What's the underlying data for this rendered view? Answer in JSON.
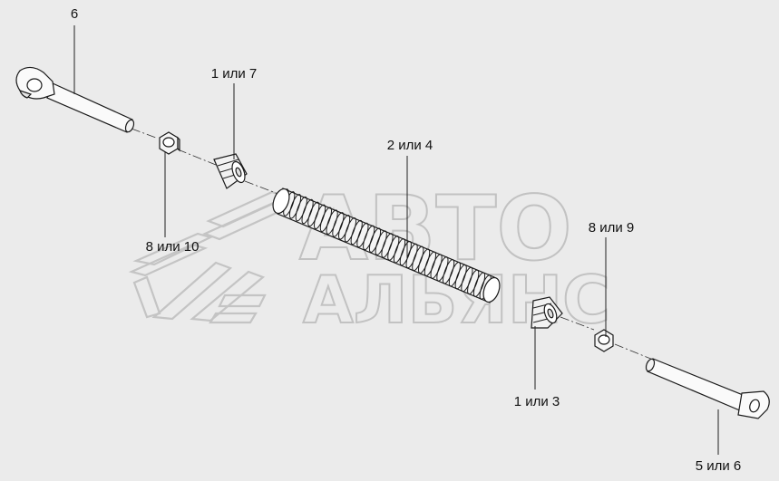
{
  "callouts": {
    "c1": "6",
    "c2": "1 или 7",
    "c3": "2 или 4",
    "c4": "8 или 10",
    "c5": "8 или 9",
    "c6": "1 или 3",
    "c7": "5 или 6"
  },
  "watermark": {
    "line1": "АВТО",
    "line2": "АЛЬЯНС"
  }
}
